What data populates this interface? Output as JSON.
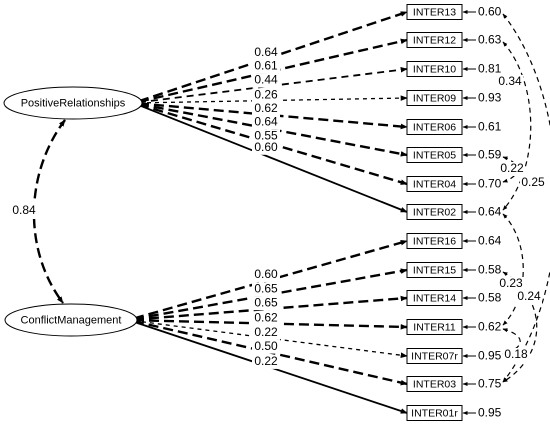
{
  "latents": [
    {
      "id": "pr",
      "name": "PositiveRelationships"
    },
    {
      "id": "cm",
      "name": "ConflictManagement"
    }
  ],
  "factor_correlation": "0.84",
  "indicators": [
    {
      "id": "INTER13",
      "factor": "pr",
      "loading": "0.64",
      "error": "0.60",
      "dash": "long"
    },
    {
      "id": "INTER12",
      "factor": "pr",
      "loading": "0.61",
      "error": "0.63",
      "dash": "long"
    },
    {
      "id": "INTER10",
      "factor": "pr",
      "loading": "0.44",
      "error": "0.81",
      "dash": "medium"
    },
    {
      "id": "INTER09",
      "factor": "pr",
      "loading": "0.26",
      "error": "0.93",
      "dash": "short"
    },
    {
      "id": "INTER06",
      "factor": "pr",
      "loading": "0.62",
      "error": "0.61",
      "dash": "long"
    },
    {
      "id": "INTER05",
      "factor": "pr",
      "loading": "0.64",
      "error": "0.59",
      "dash": "long"
    },
    {
      "id": "INTER04",
      "factor": "pr",
      "loading": "0.55",
      "error": "0.70",
      "dash": "long"
    },
    {
      "id": "INTER02",
      "factor": "pr",
      "loading": "0.60",
      "error": "0.64",
      "dash": "solid"
    },
    {
      "id": "INTER16",
      "factor": "cm",
      "loading": "0.60",
      "error": "0.64",
      "dash": "long"
    },
    {
      "id": "INTER15",
      "factor": "cm",
      "loading": "0.65",
      "error": "0.58",
      "dash": "long"
    },
    {
      "id": "INTER14",
      "factor": "cm",
      "loading": "0.65",
      "error": "0.58",
      "dash": "long"
    },
    {
      "id": "INTER11",
      "factor": "cm",
      "loading": "0.62",
      "error": "0.62",
      "dash": "long"
    },
    {
      "id": "INTER07r",
      "factor": "cm",
      "loading": "0.22",
      "error": "0.95",
      "dash": "short"
    },
    {
      "id": "INTER03",
      "factor": "cm",
      "loading": "0.50",
      "error": "0.75",
      "dash": "long"
    },
    {
      "id": "INTER01r",
      "factor": "cm",
      "loading": "0.22",
      "error": "0.95",
      "dash": "solid"
    }
  ],
  "error_covariances": [
    {
      "a": "INTER12",
      "b": "INTER02",
      "value": "0.34"
    },
    {
      "a": "INTER05",
      "b": "INTER04",
      "value": "0.22"
    },
    {
      "a": "INTER13",
      "b": "INTER03",
      "value": "0.25"
    },
    {
      "a": "INTER02",
      "b": "INTER11",
      "value": "0.23"
    },
    {
      "a": "INTER15",
      "b": "INTER03",
      "value": "0.24"
    },
    {
      "a": "INTER11",
      "b": "INTER07r",
      "value": "0.18"
    }
  ]
}
